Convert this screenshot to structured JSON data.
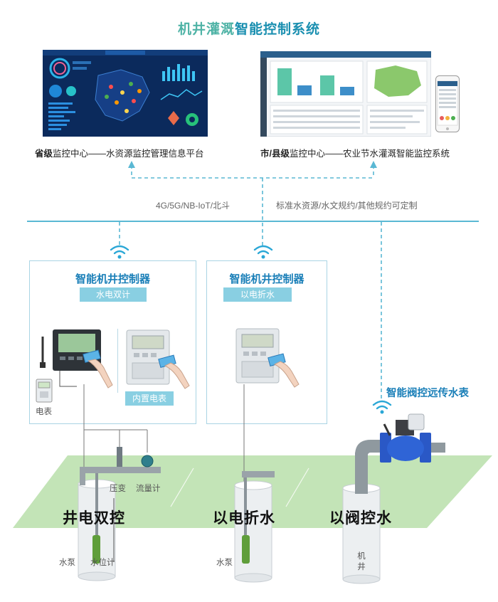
{
  "title": {
    "part1": "机井灌溉",
    "part2": "智能控制系统"
  },
  "centers": {
    "provincial": {
      "level": "省级",
      "rest": "监控中心——水资源监控管理信息平台"
    },
    "city": {
      "level": "市/县级",
      "rest": "监控中心——农业节水灌溉智能监控系统"
    }
  },
  "network": {
    "comm": "4G/5G/NB-IoT/北斗",
    "protocol": "标准水资源/水文规约/其他规约可定制"
  },
  "panels": [
    {
      "title": "智能机井控制器",
      "badge": "水电双计",
      "sub_badge": "内置电表",
      "meter_label": "电表"
    },
    {
      "title": "智能机井控制器",
      "badge": "以电折水"
    }
  ],
  "valve_title": "智能阀控远传水表",
  "ground_labels": {
    "g1": "井电双控",
    "g2": "以电折水",
    "g3": "以阀控水"
  },
  "well_labels": {
    "pressure": "压变",
    "flow": "流量计",
    "pump1": "水泵",
    "level": "水位计",
    "pump2": "水泵",
    "well": "机井"
  },
  "colors": {
    "accent": "#1a7fb8",
    "teal": "#4fb3a6",
    "ground": "#c3e4b7",
    "badge": "#89cfe2",
    "dash": "#5ab8d4"
  }
}
